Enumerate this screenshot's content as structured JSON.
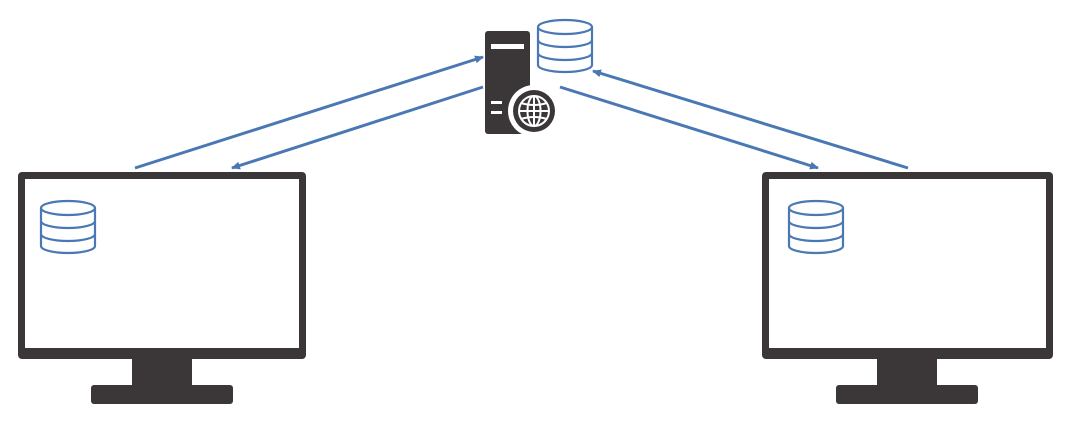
{
  "diagram": {
    "nodes": [
      {
        "id": "server",
        "kind": "web-server",
        "icon": "server-globe-icon",
        "has_database": true
      },
      {
        "id": "client-left",
        "kind": "desktop-monitor",
        "icon": "monitor-icon",
        "has_database": true
      },
      {
        "id": "client-right",
        "kind": "desktop-monitor",
        "icon": "monitor-icon",
        "has_database": true
      }
    ],
    "edges": [
      {
        "from": "client-left",
        "to": "server"
      },
      {
        "from": "server",
        "to": "client-left"
      },
      {
        "from": "client-right",
        "to": "server"
      },
      {
        "from": "server",
        "to": "client-right"
      }
    ]
  },
  "colors": {
    "arrow": "#4a78b5",
    "database": "#4a78b5",
    "monitor": "#3b3738",
    "server": "#3b3738",
    "background": "#ffffff"
  }
}
